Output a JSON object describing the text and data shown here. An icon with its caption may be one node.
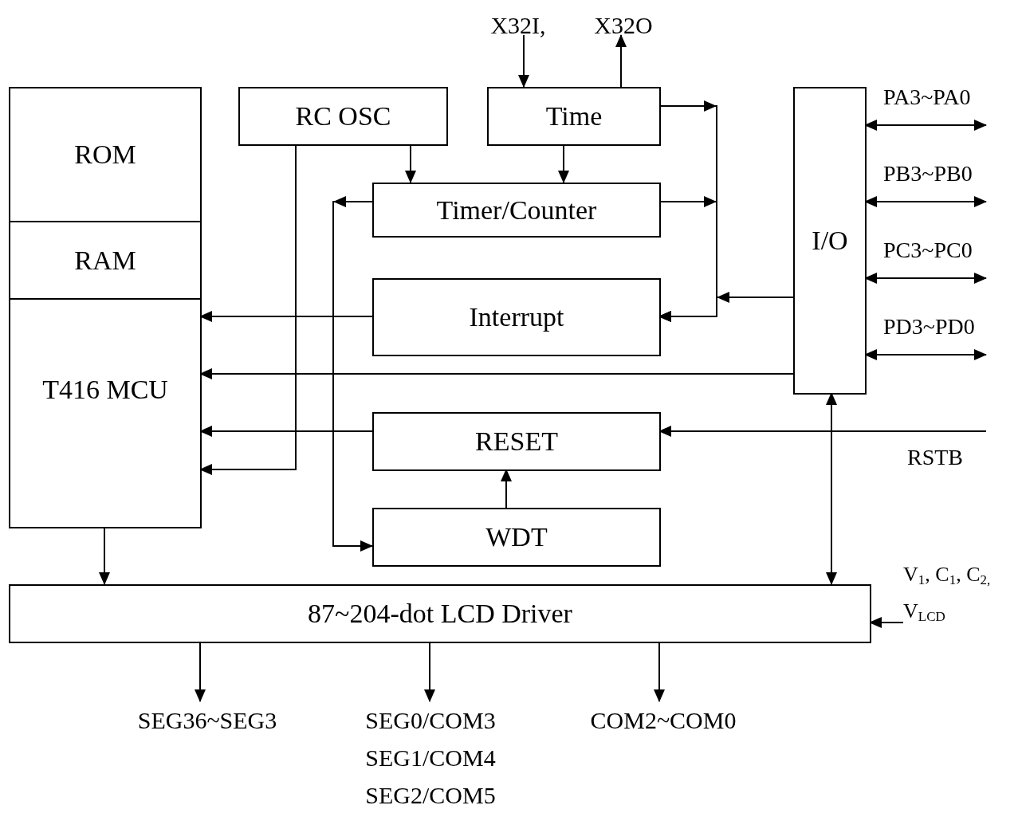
{
  "diagram": {
    "nodes": [
      {
        "text": [
          "ROM"
        ]
      },
      {
        "text": [
          "RAM"
        ]
      },
      {
        "text": [
          "T416 MCU"
        ]
      },
      {
        "text": [
          "RC OSC"
        ]
      },
      {
        "text": [
          "Time"
        ]
      },
      {
        "text": [
          "Timer/Counter"
        ]
      },
      {
        "text": [
          "Interrupt"
        ]
      },
      {
        "text": [
          "RESET"
        ]
      },
      {
        "text": [
          "WDT"
        ]
      },
      {
        "text": [
          "I/O"
        ]
      },
      {
        "text": [
          "87~204-dot LCD Driver"
        ]
      },
      {
        "text": [
          "X32I,"
        ]
      },
      {
        "text": [
          "X32O"
        ]
      },
      {
        "text": [
          "V$_{1}$, C$_{1}$, C$_{2,}$ V$_{LCD}$"
        ]
      },
      {
        "text": [
          "SEG36~SEG3"
        ]
      },
      {
        "text": [
          "SEG0/COM3",
          "SEG1/COM4",
          "SEG2/COM5"
        ]
      },
      {
        "text": [
          "COM2~COM0"
        ]
      }
    ],
    "edges": [
      {
        "from": 11,
        "to": 4,
        "arrow": "to"
      },
      {
        "from": 4,
        "to": 12,
        "arrow": "to"
      },
      {
        "from": 3,
        "to": 5,
        "arrow": "to"
      },
      {
        "from": 4,
        "to": 5,
        "arrow": "to"
      },
      {
        "from": 4,
        "to": 6,
        "arrow": "to"
      },
      {
        "from": 5,
        "to": 6,
        "arrow": "to"
      },
      {
        "from": 9,
        "to": 6,
        "arrow": "to"
      },
      {
        "from": 5,
        "to": 8,
        "arrow": "to"
      },
      {
        "from": 3,
        "to": 2,
        "arrow": "to"
      },
      {
        "from": 6,
        "to": 2,
        "arrow": "to"
      },
      {
        "from": 9,
        "to": 2,
        "arrow": "to"
      },
      {
        "from": 7,
        "to": 2,
        "arrow": "to"
      },
      {
        "from": 8,
        "to": 7,
        "arrow": "to"
      },
      {
        "from": null,
        "to": 7,
        "arrow": "to",
        "label": "RSTB"
      },
      {
        "from": 9,
        "to": null,
        "arrow": "both",
        "label": "PA3~PA0"
      },
      {
        "from": 9,
        "to": null,
        "arrow": "both",
        "label": "PB3~PB0"
      },
      {
        "from": 9,
        "to": null,
        "arrow": "both",
        "label": "PC3~PC0"
      },
      {
        "from": 9,
        "to": null,
        "arrow": "both",
        "label": "PD3~PD0"
      },
      {
        "from": 10,
        "to": 9,
        "arrow": "both"
      },
      {
        "from": 2,
        "to": 10,
        "arrow": "to"
      },
      {
        "from": 13,
        "to": 10,
        "arrow": "to"
      },
      {
        "from": 10,
        "to": 14,
        "arrow": "to"
      },
      {
        "from": 10,
        "to": 15,
        "arrow": "to"
      },
      {
        "from": 10,
        "to": 16,
        "arrow": "to"
      }
    ]
  }
}
